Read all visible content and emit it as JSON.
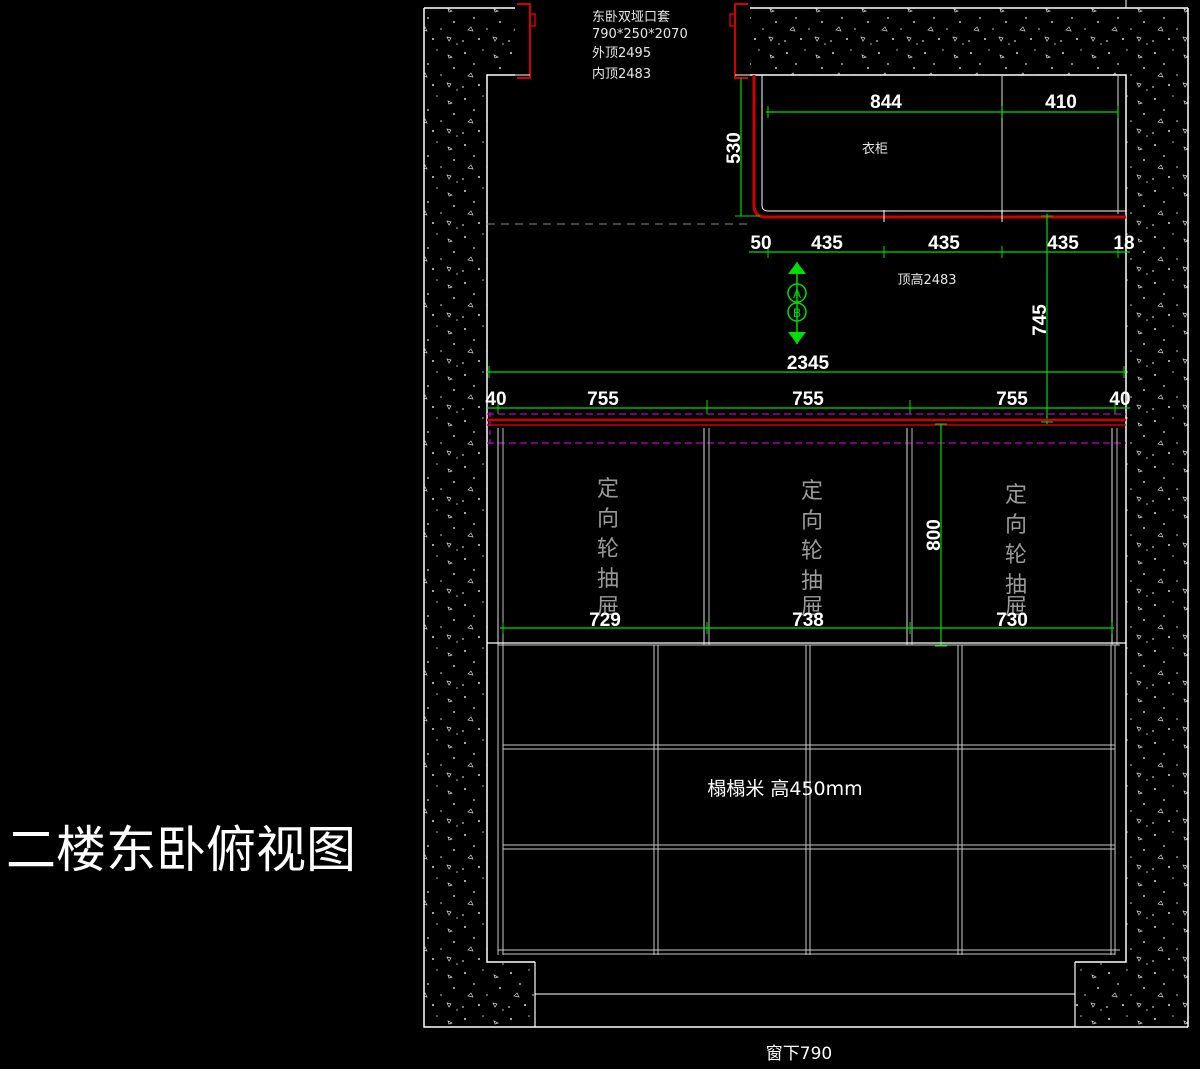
{
  "title": "二楼东卧俯视图",
  "door_note": {
    "line1": "东卧双垭口套",
    "line2": "790*250*2070",
    "line3": "外顶2495",
    "line4": "内顶2483"
  },
  "wardrobe": {
    "label": "衣柜",
    "dims_top": [
      "844",
      "410"
    ],
    "depth": "530",
    "dims_bottom": [
      "50",
      "435",
      "435",
      "435",
      "18"
    ]
  },
  "ceiling_height": "顶高2483",
  "gap_dim": "745",
  "tatami": {
    "total_width": "2345",
    "top_dims": [
      "40",
      "755",
      "755",
      "755",
      "40"
    ],
    "drawer_label": [
      "定",
      "向",
      "轮",
      "抽",
      "屉"
    ],
    "drawer_dims": [
      "729",
      "738",
      "730"
    ],
    "drawer_depth": "800",
    "label": "榻榻米  高450mm"
  },
  "window_label": "窗下790",
  "colors": {
    "wall_line": "#ffffff",
    "dimension": "#00dd00",
    "cabinet_edge": "#d00000",
    "outline_dash": "#c000c0",
    "cabinet_grid": "#c8c8c8"
  }
}
